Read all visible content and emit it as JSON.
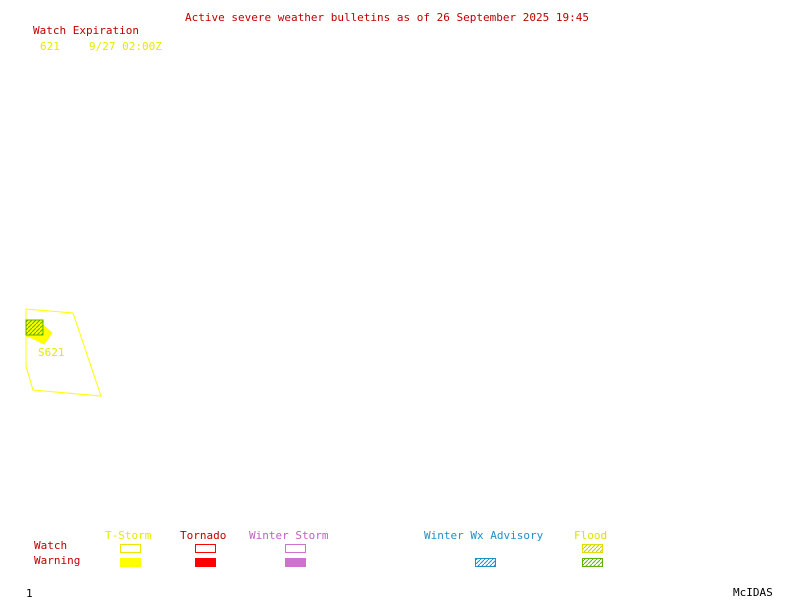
{
  "header": {
    "title": "Active severe weather bulletins as of 26 September 2025 19:45",
    "watch_expiration_label": "Watch Expiration",
    "watch_number": "621",
    "watch_expires": "9/27 02:00Z"
  },
  "map": {
    "watch_label": "S621"
  },
  "legend": {
    "row_watch": "Watch",
    "row_warning": "Warning",
    "categories": [
      {
        "label": "T-Storm",
        "color": "#ffff00",
        "watch_style": "outline",
        "warning_style": "fill"
      },
      {
        "label": "Tornado",
        "color": "#ff0000",
        "watch_style": "outline",
        "warning_style": "fill"
      },
      {
        "label": "Winter Storm",
        "color": "#d070d0",
        "watch_style": "outline",
        "warning_style": "fill"
      },
      {
        "label": "Winter Wx Advisory",
        "color": "#1e90c8",
        "warning_style": "hatch"
      },
      {
        "label": "Flood",
        "color_watch": "#e0e000",
        "color_warning": "#60b000",
        "watch_style": "hatch",
        "warning_style": "hatch"
      }
    ]
  },
  "footer": {
    "frame_number": "1",
    "brand": "McIDAS"
  },
  "colors": {
    "title": "#c00000",
    "watch_yellow": "#ffff00",
    "flood_hatch": "#60b000",
    "label_yellow": "#e8e800"
  }
}
